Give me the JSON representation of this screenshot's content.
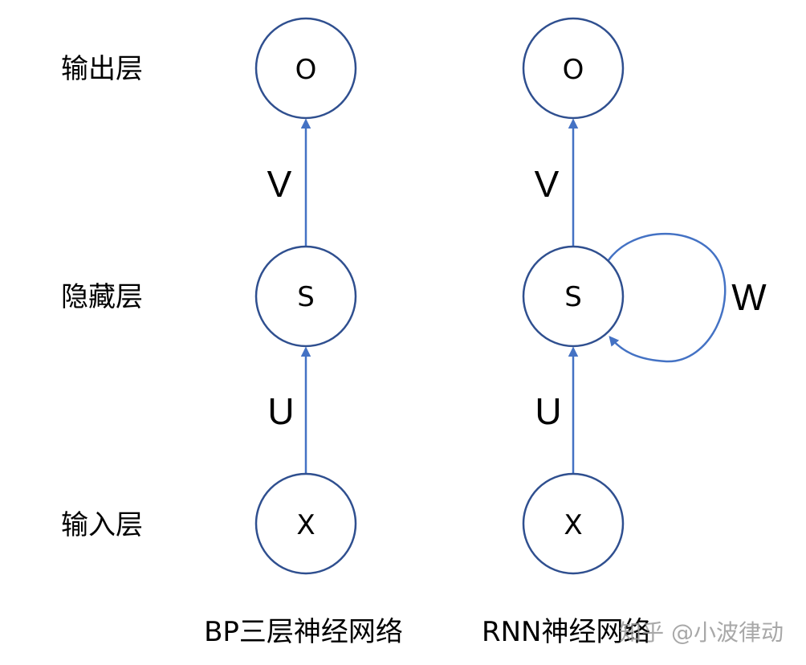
{
  "layers": {
    "output": "输出层",
    "hidden": "隐藏层",
    "input": "输入层"
  },
  "bp": {
    "nodes": {
      "output": "O",
      "hidden": "S",
      "input": "X"
    },
    "weights": {
      "hidden_to_output": "V",
      "input_to_hidden": "U"
    },
    "caption": "BP三层神经网络"
  },
  "rnn": {
    "nodes": {
      "output": "O",
      "hidden": "S",
      "input": "X"
    },
    "weights": {
      "hidden_to_output": "V",
      "input_to_hidden": "U",
      "recurrent": "W"
    },
    "caption": "RNN神经网络"
  },
  "watermark": "知乎 @小波律动",
  "colors": {
    "node_stroke": "#2f4f8f",
    "edge": "#4472c4"
  }
}
